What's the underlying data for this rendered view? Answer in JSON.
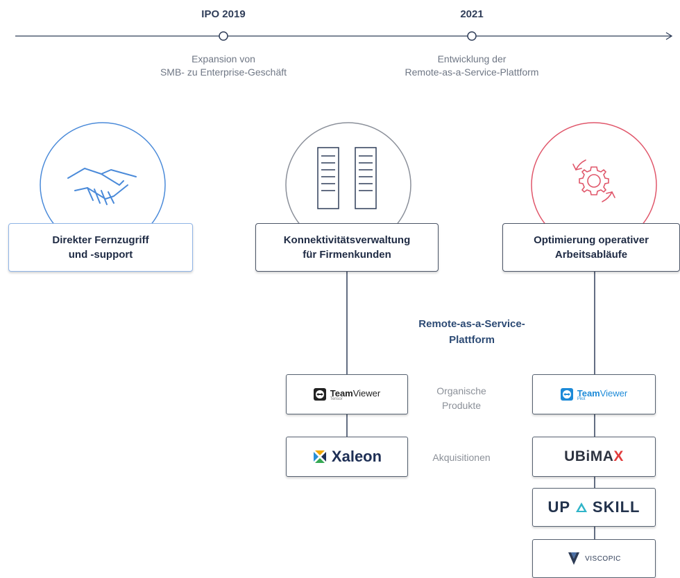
{
  "timeline": {
    "milestones": [
      {
        "year": "IPO 2019",
        "description_line1": "Expansion von",
        "description_line2": "SMB- zu Enterprise-Geschäft"
      },
      {
        "year": "2021",
        "description_line1": "Entwicklung der",
        "description_line2": "Remote-as-a-Service-Plattform"
      }
    ]
  },
  "pillars": [
    {
      "label_line1": "Direkter Fernzugriff",
      "label_line2": "und -support",
      "icon": "handshake-icon",
      "color": "#4a8ad9"
    },
    {
      "label_line1": "Konnektivitätsverwaltung",
      "label_line2": "für Firmenkunden",
      "icon": "server-racks-icon",
      "color": "#8a8f99"
    },
    {
      "label_line1": "Optimierung operativer",
      "label_line2": "Arbeitsabläufe",
      "icon": "gear-cycle-icon",
      "color": "#e0566a"
    }
  ],
  "platform": {
    "line1": "Remote-as-a-Service-",
    "line2": "Plattform"
  },
  "categories": {
    "organic_line1": "Organische",
    "organic_line2": "Produkte",
    "acquisitions": "Akquisitionen"
  },
  "logos": {
    "teamviewer_tensor": {
      "brand_bold": "Team",
      "brand_rest": "Viewer",
      "sub": "Tensor"
    },
    "teamviewer_frontline": {
      "brand_bold": "Team",
      "brand_rest": "Viewer",
      "sub": "Pilot"
    },
    "xaleon": "Xaleon",
    "ubimax_part1": "UBiMA",
    "ubimax_part2": "X",
    "upskill_part1": "UP",
    "upskill_part2": "SKILL",
    "viscopic": "VISCOPIC"
  },
  "colors": {
    "timeline": "#2f3d58",
    "accent_blue": "#2c4a74",
    "accent_red": "#e0566a",
    "tv_blue": "#1c8ad8",
    "ubimax_red": "#e23b3b",
    "upskill_teal": "#2fb4c8"
  }
}
